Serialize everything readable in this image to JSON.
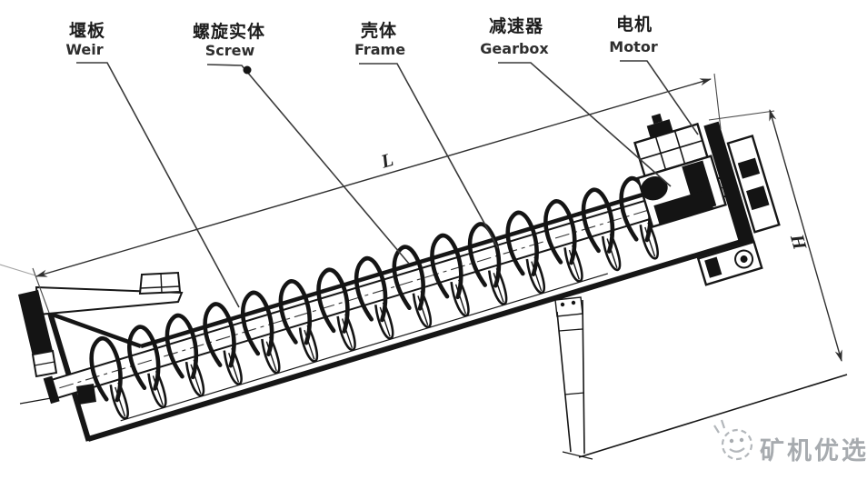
{
  "diagram": {
    "type": "engineering-line-drawing",
    "subject": "spiral classifier side view",
    "labels": [
      {
        "id": "weir",
        "zh": "堰板",
        "en": "Weir"
      },
      {
        "id": "screw",
        "zh": "螺旋实体",
        "en": "Screw"
      },
      {
        "id": "frame",
        "zh": "壳体",
        "en": "Frame"
      },
      {
        "id": "gearbox",
        "zh": "减速器",
        "en": "Gearbox"
      },
      {
        "id": "motor",
        "zh": "电机",
        "en": "Motor"
      }
    ],
    "dimensions": {
      "length": "L",
      "height": "H"
    },
    "machine": {
      "screw_flight_count": 15,
      "incline_degrees": 16.8
    },
    "watermark": {
      "text": "矿机优选"
    },
    "colors": {
      "line": "#161616",
      "dimension": "#2f2f2f",
      "watermark": "#8a9095",
      "background": "#ffffff"
    }
  }
}
